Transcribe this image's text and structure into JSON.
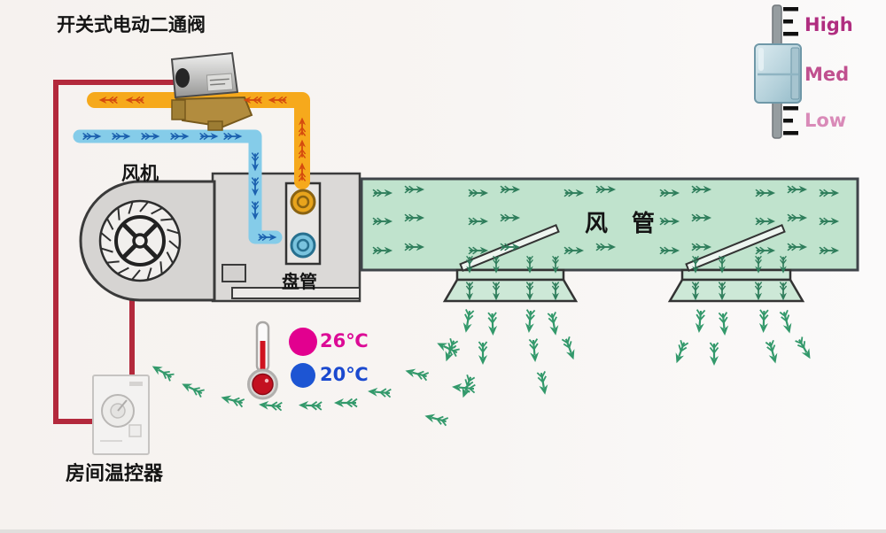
{
  "diagram": {
    "valve_label": "开关式电动二通阀",
    "fan_label": "风机",
    "coil_label": "盘管",
    "duct_label": "风 管",
    "thermostat_label": "房间温控器"
  },
  "fan_speed_switch": {
    "high": "High",
    "med": "Med",
    "low": "Low"
  },
  "temperature_legend": {
    "hot": "26℃",
    "cold": "20℃"
  },
  "colors": {
    "background": "#f7f3f0",
    "wire": "#b3293c",
    "hot_pipe": "#f6a91c",
    "hot_arrow": "#d4490e",
    "cold_pipe": "#85cce9",
    "cold_arrow": "#1a5fae",
    "duct_fill": "#c0e3cd",
    "duct_border": "#3f4449",
    "diffuser_fill": "#cde8d7",
    "air_arrow": "#2e7d5b",
    "room_arrow": "#33996b",
    "hot_text": "#dc0a96",
    "cold_text": "#1b49cf",
    "hot_dot": "#e2008f",
    "cold_dot": "#1d55d3",
    "speed_high_text": "#b02d80",
    "speed_med_text": "#c0508f",
    "speed_low_text": "#d98ab8",
    "label_text": "#141414"
  }
}
